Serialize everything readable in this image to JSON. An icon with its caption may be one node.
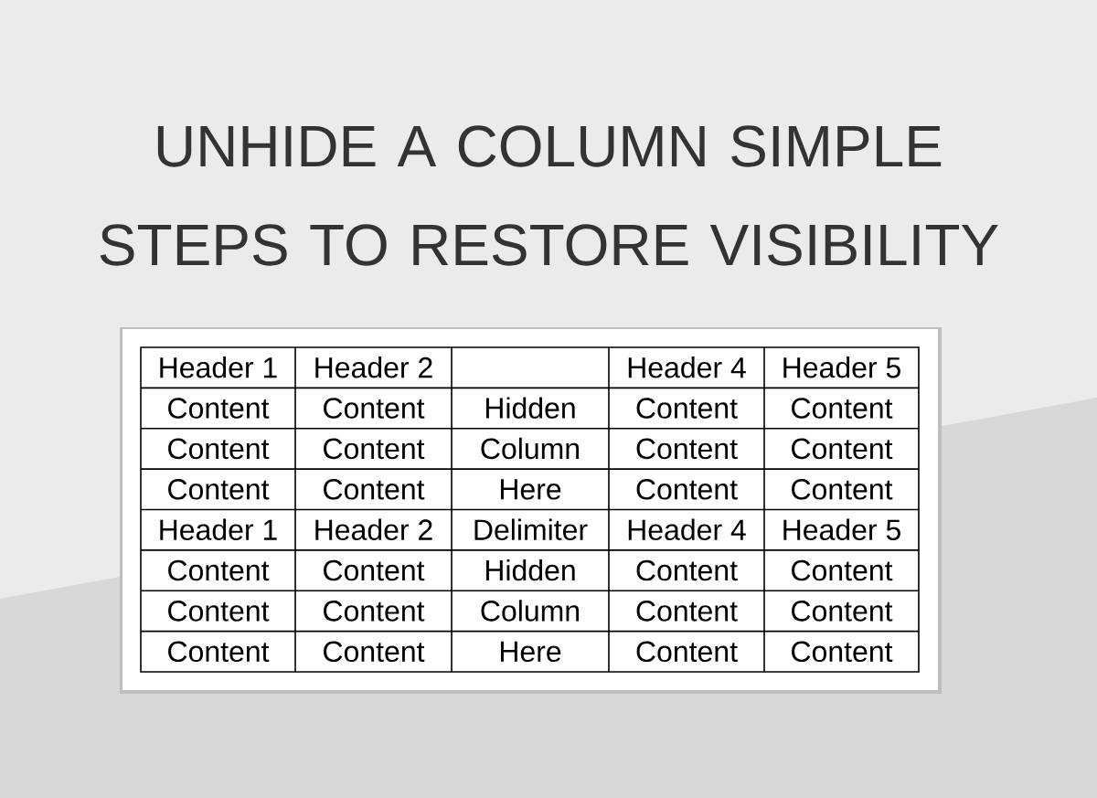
{
  "diagram": {
    "title": "UNHIDE A COLUMN SIMPLE STEPS TO RESTORE VISIBILITY",
    "labels": [
      "Header 1",
      "Header 2",
      "Header 4",
      "Header 5",
      "Content",
      "Content",
      "Hidden",
      "Content",
      "Content",
      "Content",
      "Content",
      "Column",
      "Content",
      "Content",
      "Content",
      "Content",
      "Here",
      "Content",
      "Content",
      "Header 1",
      "Header 2",
      "Delimiter",
      "Header 4",
      "Header 5",
      "Content",
      "Content",
      "Hidden",
      "Content",
      "Content",
      "Content",
      "Content",
      "Column",
      "Content",
      "Content",
      "Content",
      "Content",
      "Here",
      "Content",
      "Content"
    ]
  }
}
